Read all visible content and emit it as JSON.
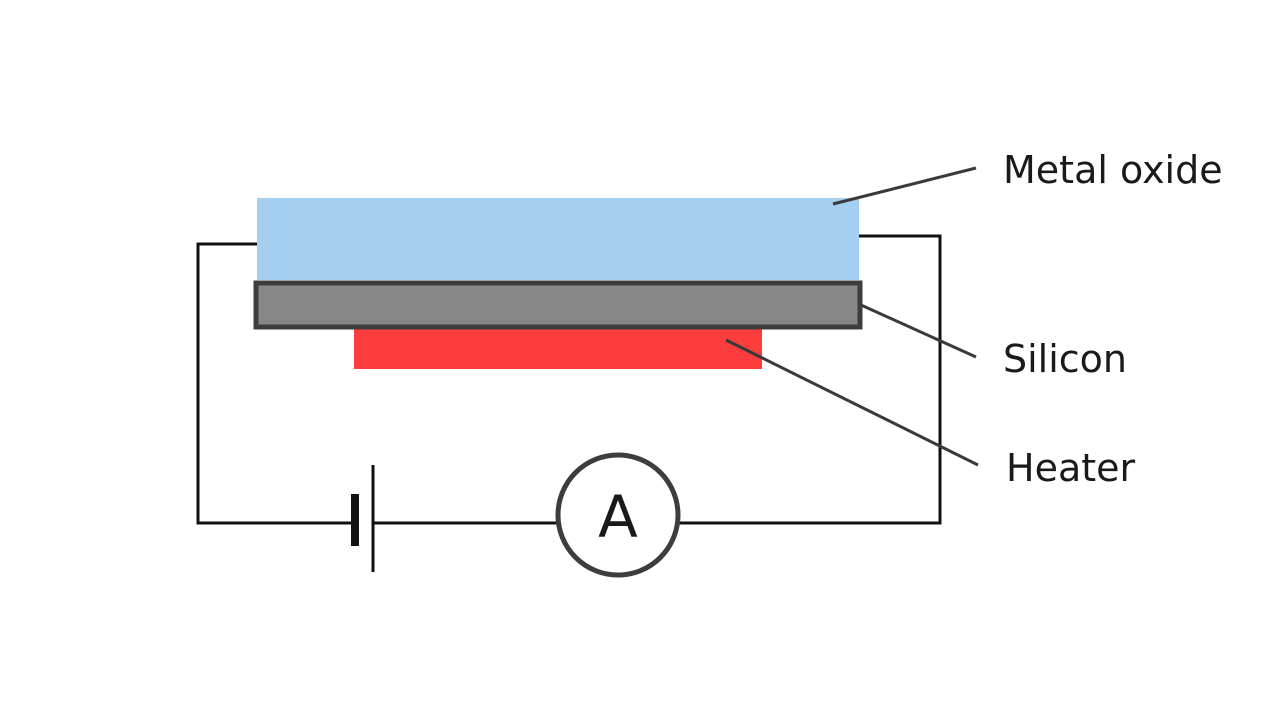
{
  "labels": {
    "metal_oxide": "Metal oxide",
    "silicon": "Silicon",
    "heater": "Heater"
  },
  "ammeter": {
    "symbol": "A"
  },
  "colors": {
    "metal_oxide": "#a4cff1",
    "silicon": "#878787",
    "silicon_border": "#3d3d3d",
    "heater": "#fc3d3d",
    "wire": "#111111",
    "leader_line": "#3a3a3a",
    "ammeter_ring": "#3d3d3d"
  }
}
